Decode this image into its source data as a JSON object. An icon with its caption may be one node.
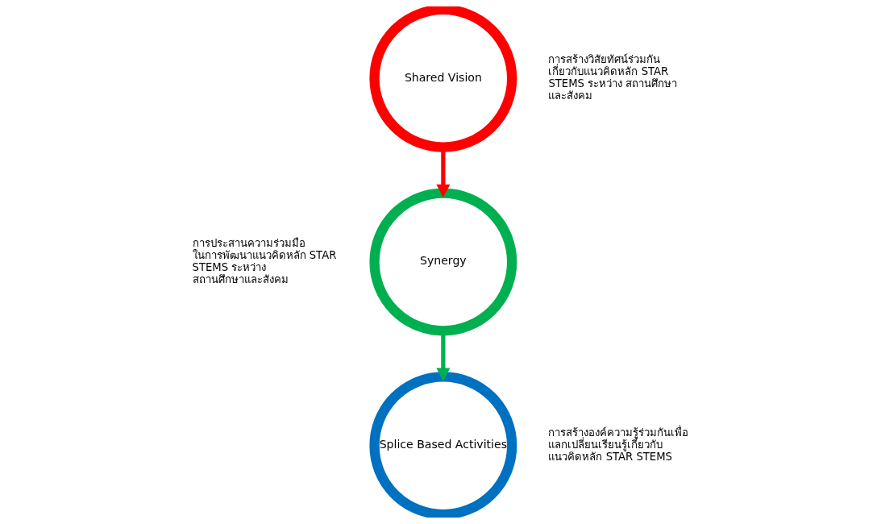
{
  "diagram": {
    "nodes": [
      {
        "text": [
          "Shared Vision"
        ],
        "beside": [
          "การสร้างวิสัยทัศน์ร่วมกัน เกี่ยวกับแนวคิดหลัก STAR STEMS ระหว่าง สถานศึกษา และสังคม"
        ]
      },
      {
        "text": [
          "Synergy"
        ],
        "beside": [
          "การประสานความร่วมมือ ในการพัฒนาแนวคิดหลัก STAR STEMS ระหว่าง สถานศึกษาและสังคม"
        ]
      },
      {
        "text": [
          "Splice Based Activities"
        ],
        "beside": [
          "การสร้างองค์ความรู้ร่วมกันเพื่อ แลกเปลี่ยนเรียนรู้เกี่ยวกับ แนวคิดหลัก STAR STEMS"
        ]
      }
    ],
    "edges": [
      {
        "from": 0,
        "to": 1,
        "arrow": "to",
        "color": "#ff0000"
      },
      {
        "from": 1,
        "to": 2,
        "arrow": "to",
        "color": "#00b050"
      }
    ]
  }
}
